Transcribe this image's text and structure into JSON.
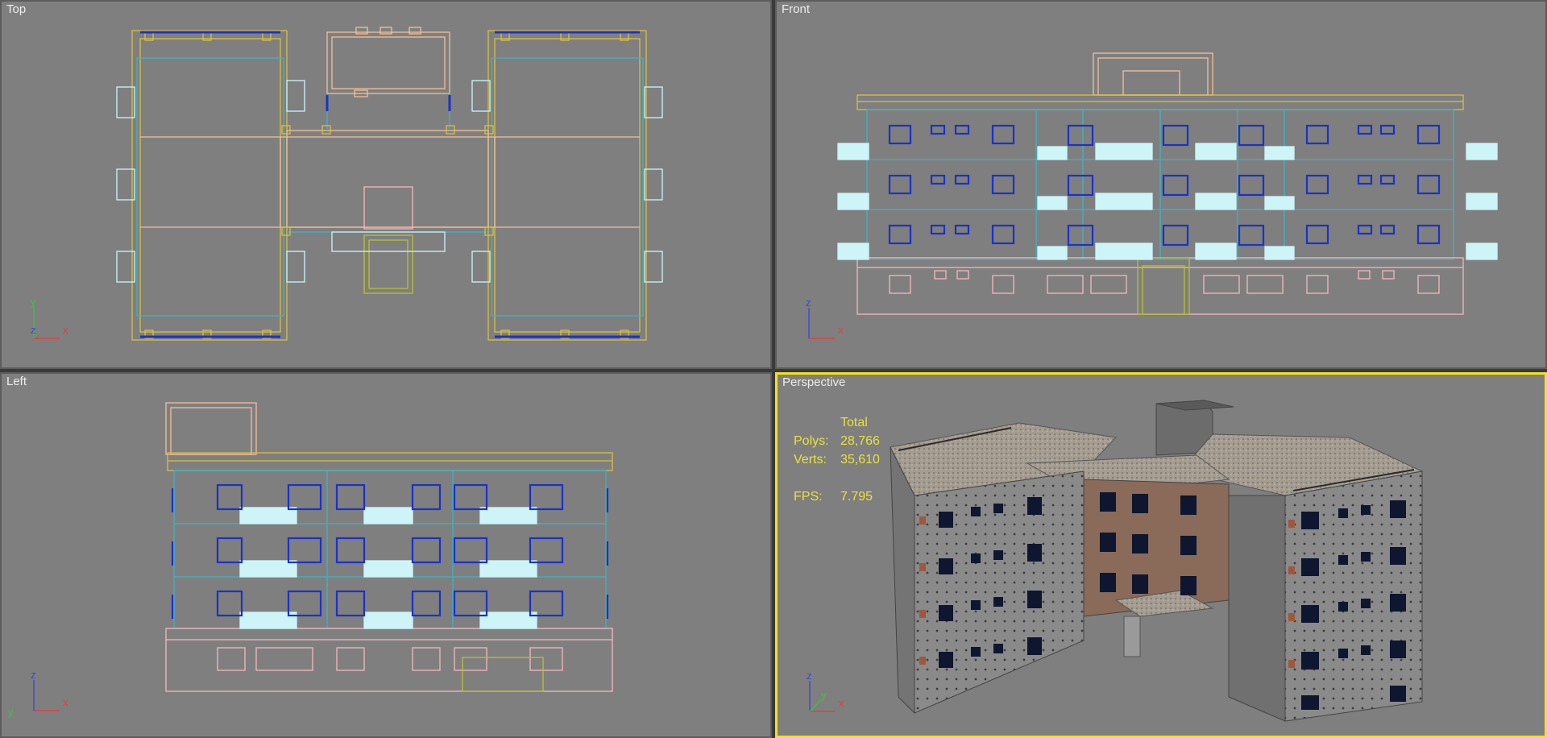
{
  "viewports": {
    "top": {
      "label": "Top",
      "axes": {
        "h": "x",
        "v": "y",
        "c": "z"
      }
    },
    "front": {
      "label": "Front",
      "axes": {
        "h": "x",
        "v": "z"
      }
    },
    "left": {
      "label": "Left",
      "axes": {
        "h": "x",
        "v": "z",
        "c": "y"
      }
    },
    "perspective": {
      "label": "Perspective",
      "axes": {
        "h": "x",
        "v": "z",
        "c": "y"
      },
      "stats": {
        "header": "Total",
        "polys_label": "Polys:",
        "polys_value": "28,766",
        "verts_label": "Verts:",
        "verts_value": "35,610",
        "fps_label": "FPS:",
        "fps_value": "7.795"
      }
    }
  },
  "colors": {
    "viewport_bg": "#7f7f7f",
    "active_border": "#f2e31a",
    "stats_text": "#e8e23a",
    "wire_gold": "#d8c040",
    "wire_peach": "#f1c09a",
    "wire_cyan": "#3ab4c8",
    "wire_lightcyan": "#cdf5f8",
    "wire_blue": "#1a32c8",
    "wire_pink": "#f4b8c0",
    "wire_olive": "#b8c230"
  }
}
